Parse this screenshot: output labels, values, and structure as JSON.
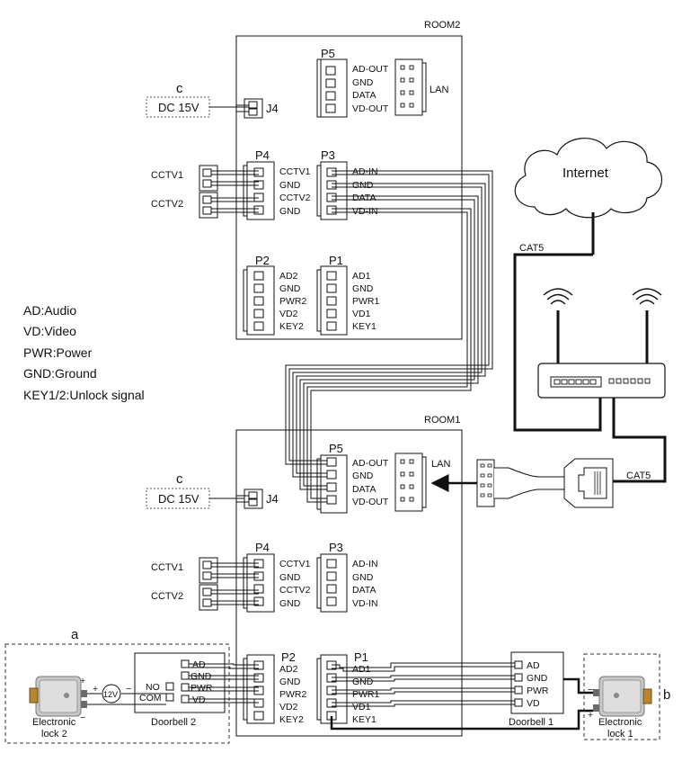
{
  "rooms": {
    "room2": "ROOM2",
    "room1": "ROOM1"
  },
  "connectors": {
    "p1": "P1",
    "p2": "P2",
    "p3": "P3",
    "p4": "P4",
    "p5": "P5",
    "j4": "J4",
    "lan": "LAN",
    "p5_pins": [
      "AD-OUT",
      "GND",
      "DATA",
      "VD-OUT"
    ],
    "p4_pins": [
      "CCTV1",
      "GND",
      "CCTV2",
      "GND"
    ],
    "p3_pins": [
      "AD-IN",
      "GND",
      "DATA",
      "VD-IN"
    ],
    "p2_pins": [
      "AD2",
      "GND",
      "PWR2",
      "VD2",
      "KEY2"
    ],
    "p1_pins": [
      "AD1",
      "GND",
      "PWR1",
      "VD1",
      "KEY1"
    ]
  },
  "power": {
    "marker": "c",
    "label": "DC 15V"
  },
  "cctv": {
    "cam1": "CCTV1",
    "cam2": "CCTV2"
  },
  "network": {
    "cloud": "Internet",
    "cable": "CAT5"
  },
  "legend": [
    "AD:Audio",
    "VD:Video",
    "PWR:Power",
    "GND:Ground",
    "KEY1/2:Unlock signal"
  ],
  "doorbell1": {
    "title": "Doorbell 1",
    "pins": [
      "AD",
      "GND",
      "PWR",
      "VD"
    ]
  },
  "doorbell2": {
    "title": "Doorbell 2",
    "pins": [
      "AD",
      "GND",
      "PWR",
      "VD"
    ],
    "relay": [
      "NO",
      "COM"
    ]
  },
  "lock": {
    "group_a": "a",
    "group_b": "b",
    "lock1": [
      "Electronic",
      "lock 1"
    ],
    "lock2": [
      "Electronic",
      "lock 2"
    ],
    "supply": "12V",
    "plus": "+",
    "minus": "−"
  }
}
